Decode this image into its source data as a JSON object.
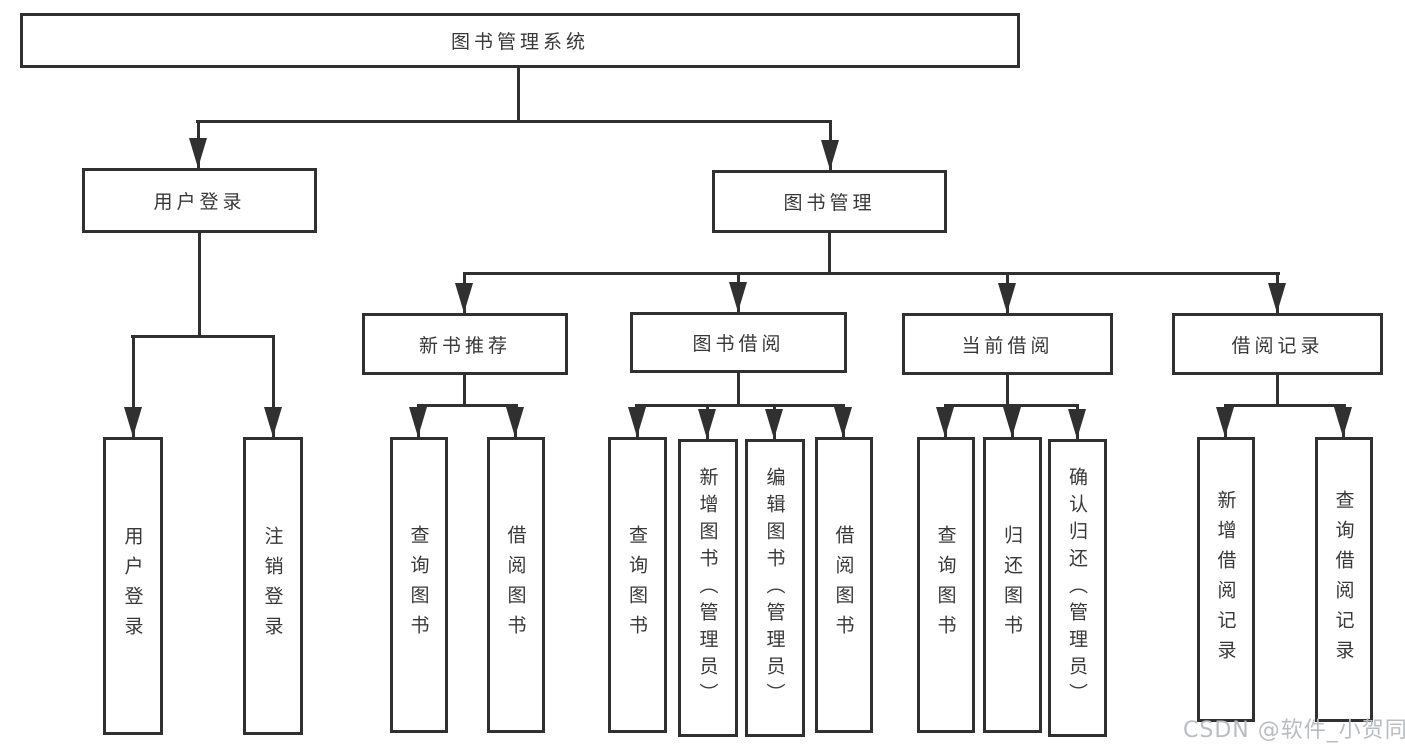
{
  "diagram": {
    "type": "tree",
    "title": "图书管理系统",
    "colors": {
      "line": "#303030",
      "border": "#303030",
      "text": "#383838",
      "background": "#ffffff",
      "watermark": "#b9bdc2"
    },
    "structure": [
      {
        "label": "图书管理系统",
        "children": [
          {
            "label": "用户登录",
            "children": [
              {
                "label": "用户登录"
              },
              {
                "label": "注销登录"
              }
            ]
          },
          {
            "label": "图书管理",
            "children": [
              {
                "label": "新书推荐",
                "children": [
                  {
                    "label": "查询图书"
                  },
                  {
                    "label": "借阅图书"
                  }
                ]
              },
              {
                "label": "图书借阅",
                "children": [
                  {
                    "label": "查询图书"
                  },
                  {
                    "label": "新增图书（管理员）"
                  },
                  {
                    "label": "编辑图书（管理员）"
                  },
                  {
                    "label": "借阅图书"
                  }
                ]
              },
              {
                "label": "当前借阅",
                "children": [
                  {
                    "label": "查询图书"
                  },
                  {
                    "label": "归还图书"
                  },
                  {
                    "label": "确认归还（管理员）"
                  }
                ]
              },
              {
                "label": "借阅记录",
                "children": [
                  {
                    "label": "新增借阅记录"
                  },
                  {
                    "label": "查询借阅记录"
                  }
                ]
              }
            ]
          }
        ]
      }
    ]
  },
  "nodes": {
    "root": {
      "label": "图书管理系统"
    },
    "user-login": {
      "label": "用户登录"
    },
    "book-mgmt": {
      "label": "图书管理"
    },
    "new-book-rec": {
      "label": "新书推荐"
    },
    "book-borrow": {
      "label": "图书借阅"
    },
    "current-borrow": {
      "label": "当前借阅"
    },
    "borrow-records": {
      "label": "借阅记录"
    },
    "leaf-user-login": {
      "label": "用户登录"
    },
    "leaf-logout": {
      "label": "注销登录"
    },
    "leaf-nbr-query": {
      "label": "查询图书"
    },
    "leaf-nbr-borrow": {
      "label": "借阅图书"
    },
    "leaf-bb-query": {
      "label": "查询图书"
    },
    "leaf-bb-add": {
      "label": "新增图书（管理员）"
    },
    "leaf-bb-edit": {
      "label": "编辑图书（管理员）"
    },
    "leaf-bb-borrow": {
      "label": "借阅图书"
    },
    "leaf-cb-query": {
      "label": "查询图书"
    },
    "leaf-cb-return": {
      "label": "归还图书"
    },
    "leaf-cb-confirm": {
      "label": "确认归还（管理员）"
    },
    "leaf-br-add": {
      "label": "新增借阅记录"
    },
    "leaf-br-query": {
      "label": "查询借阅记录"
    }
  },
  "watermark": {
    "text": "CSDN @软件_小贺同学"
  }
}
